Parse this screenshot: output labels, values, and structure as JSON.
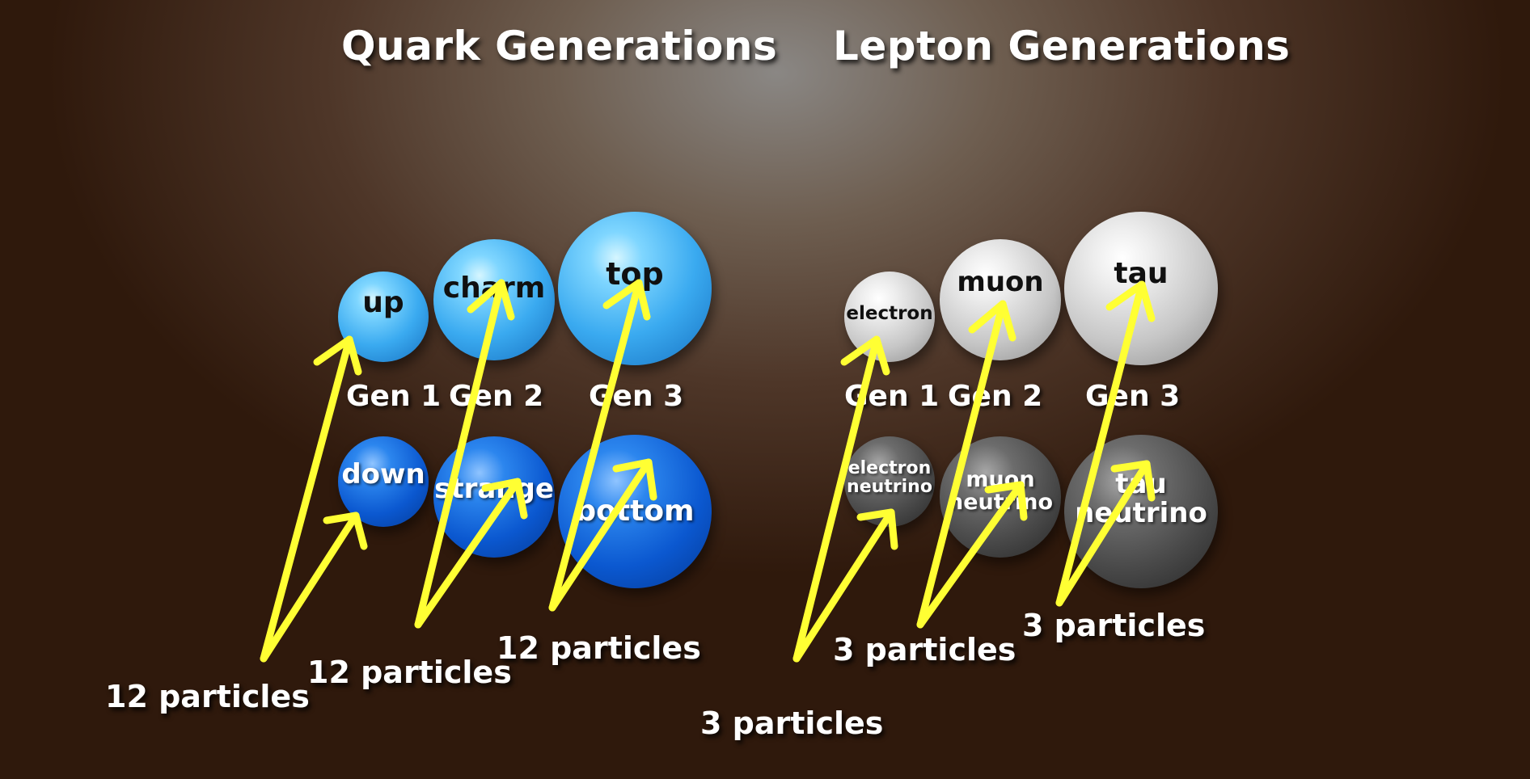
{
  "titles": {
    "quark": "Quark Generations",
    "lepton": "Lepton Generations"
  },
  "quarks": {
    "up": "up",
    "charm": "charm",
    "top": "top",
    "down": "down",
    "strange": "strange",
    "bottom": "bottom"
  },
  "leptons": {
    "electron": "electron",
    "muon": "muon",
    "tau": "tau",
    "electron_neutrino": "electron\nneutrino",
    "muon_neutrino": "muon\nneutrino",
    "tau_neutrino": "tau\nneutrino"
  },
  "gens": {
    "g1": "Gen 1",
    "g2": "Gen 2",
    "g3": "Gen 3"
  },
  "counts": {
    "quark": "12 particles",
    "lepton": "3 particles"
  },
  "colors": {
    "arrow": "#ffff33",
    "up_quark": "#4ab8f6",
    "down_quark": "#0b5ed6",
    "charged_lepton": "#cfcfcf",
    "neutrino": "#505050"
  }
}
